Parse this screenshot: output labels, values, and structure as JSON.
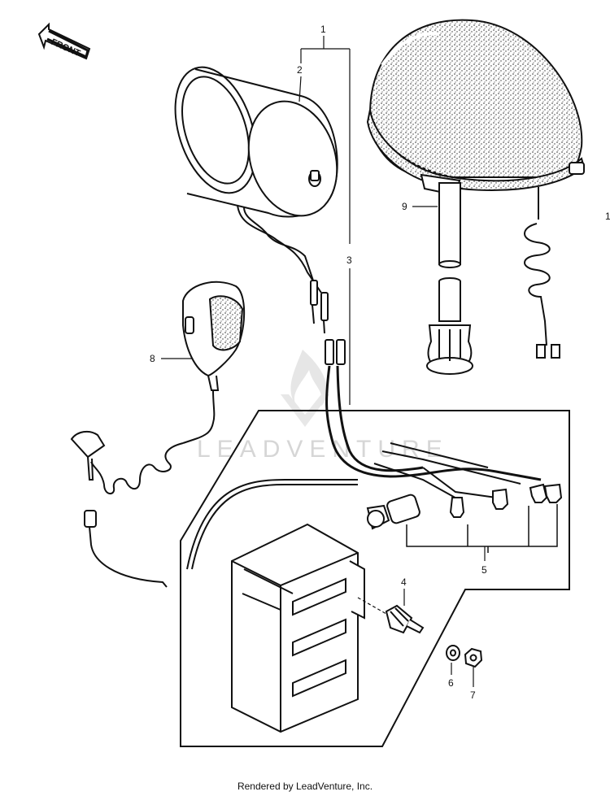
{
  "orientation": {
    "label": "FRONT",
    "icon": "front-arrow-icon"
  },
  "callouts": [
    {
      "id": "callout-1",
      "label": "1"
    },
    {
      "id": "callout-2",
      "label": "2"
    },
    {
      "id": "callout-3",
      "label": "3"
    },
    {
      "id": "callout-4",
      "label": "4"
    },
    {
      "id": "callout-5",
      "label": "5"
    },
    {
      "id": "callout-6",
      "label": "6"
    },
    {
      "id": "callout-7",
      "label": "7"
    },
    {
      "id": "callout-8",
      "label": "8"
    },
    {
      "id": "callout-9",
      "label": "9"
    }
  ],
  "edge_mark": "1",
  "watermark": {
    "text": "LEADVENTURE",
    "icon": "leadventure-flame-logo-icon"
  },
  "footer": {
    "credit": "Rendered by LeadVenture, Inc."
  },
  "colors": {
    "line": "#111111",
    "watermark": "#d6d6d6",
    "background": "#ffffff"
  }
}
